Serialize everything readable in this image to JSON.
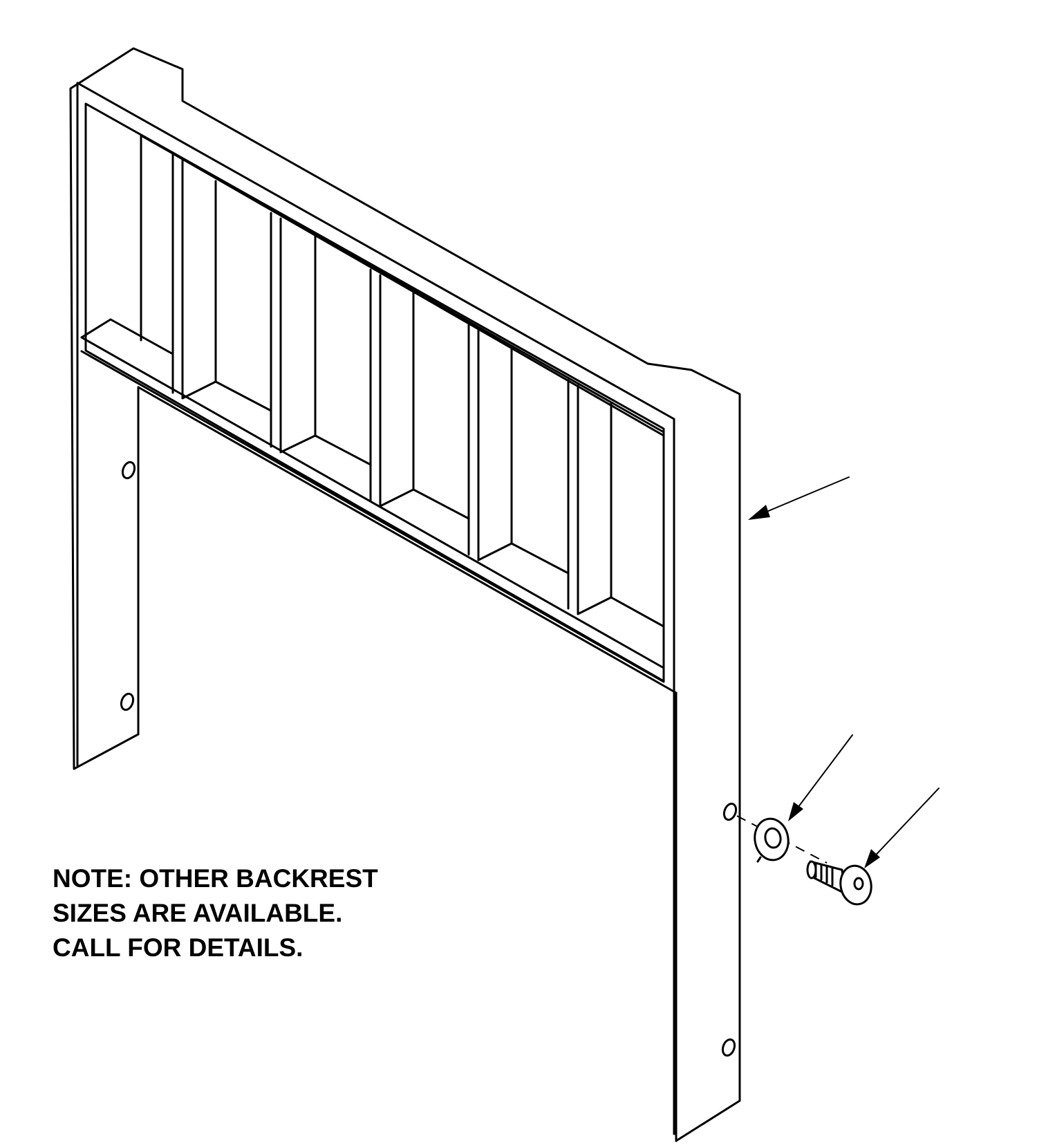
{
  "note": {
    "lines": [
      "NOTE: OTHER BACKREST",
      "SIZES ARE AVAILABLE.",
      "CALL FOR DETAILS."
    ]
  },
  "colors": {
    "line": "#000000",
    "background": "#ffffff"
  },
  "parts": [
    {
      "name": "backrest-frame"
    },
    {
      "name": "lock-washer"
    },
    {
      "name": "button-head-screw"
    }
  ]
}
